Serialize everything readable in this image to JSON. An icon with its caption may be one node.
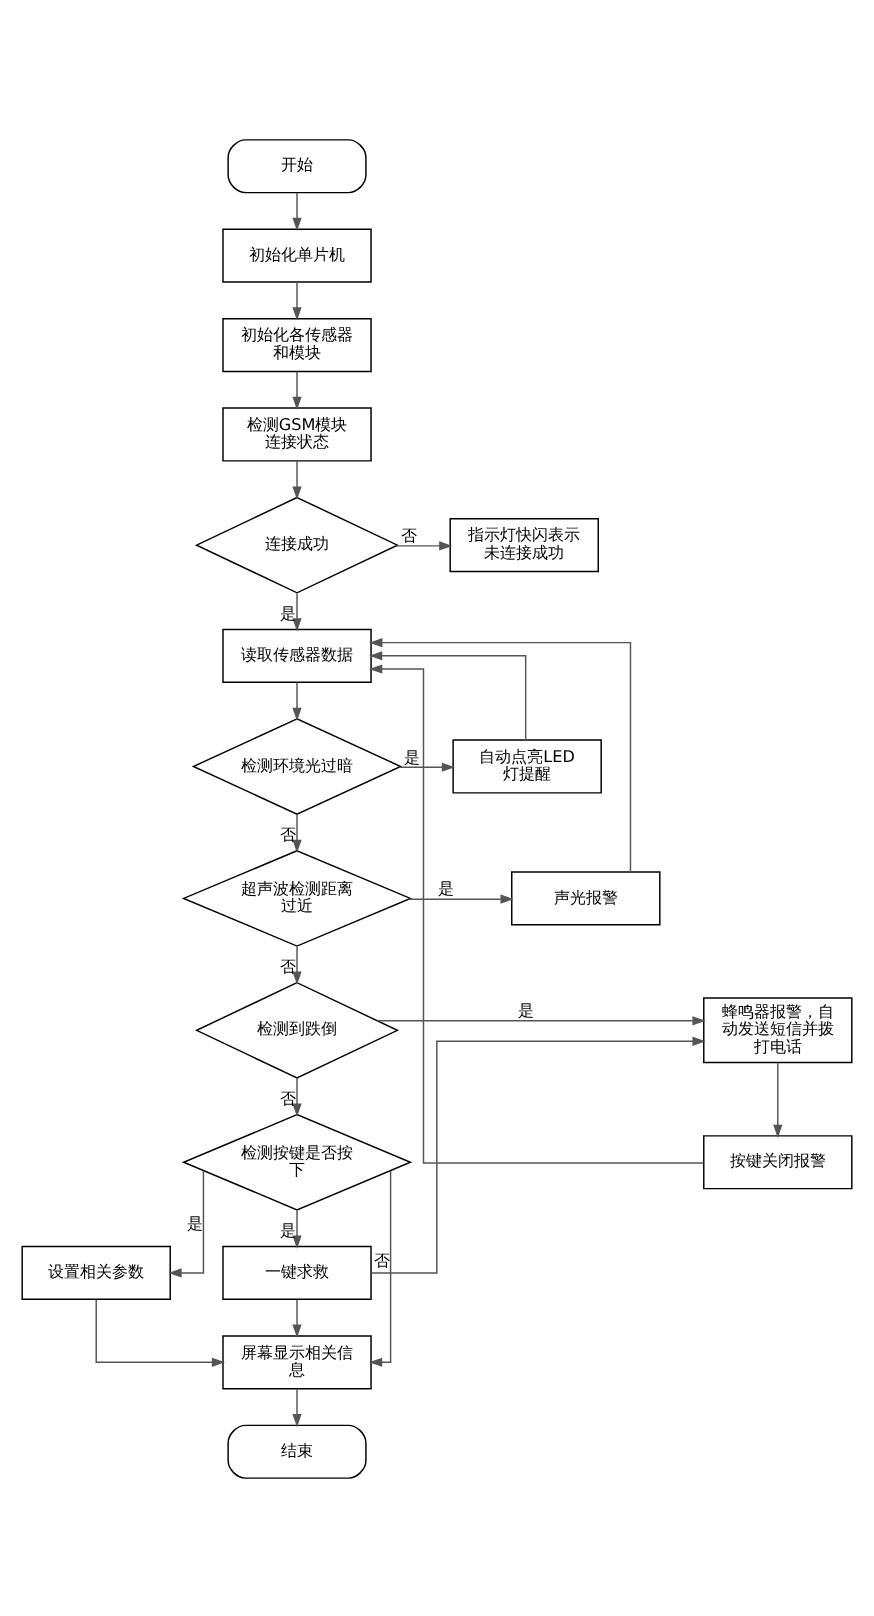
{
  "diagram": {
    "nodes": [
      {
        "text": [
          "开始"
        ]
      },
      {
        "text": [
          "初始化单片机"
        ]
      },
      {
        "text": [
          "初始化各传感器和模块"
        ]
      },
      {
        "text": [
          "检测GSM模块连接状态"
        ]
      },
      {
        "text": [
          "连接成功"
        ]
      },
      {
        "text": [
          "指示灯快闪表示未连接成功"
        ]
      },
      {
        "text": [
          "读取传感器数据"
        ]
      },
      {
        "text": [
          "检测环境光过暗"
        ]
      },
      {
        "text": [
          "自动点亮LED灯提醒"
        ]
      },
      {
        "text": [
          "超声波检测距离过近"
        ]
      },
      {
        "text": [
          "声光报警"
        ]
      },
      {
        "text": [
          "检测到跌倒"
        ]
      },
      {
        "text": [
          "蜂鸣器报警，自动发送短信并拨打电话"
        ]
      },
      {
        "text": [
          "按键关闭报警"
        ]
      },
      {
        "text": [
          "检测按键是否按下"
        ]
      },
      {
        "text": [
          "设置相关参数"
        ]
      },
      {
        "text": [
          "一键求救"
        ]
      },
      {
        "text": [
          "屏幕显示相关信息"
        ]
      },
      {
        "text": [
          "结束"
        ]
      }
    ],
    "edges": [
      {
        "from": 0,
        "to": 1,
        "arrow": "to"
      },
      {
        "from": 1,
        "to": 2,
        "arrow": "to"
      },
      {
        "from": 2,
        "to": 3,
        "arrow": "to"
      },
      {
        "from": 3,
        "to": 4,
        "arrow": "to"
      },
      {
        "from": 4,
        "to": 5,
        "arrow": "to",
        "label": "否"
      },
      {
        "from": 4,
        "to": 6,
        "arrow": "to",
        "label": "是"
      },
      {
        "from": 6,
        "to": 7,
        "arrow": "to"
      },
      {
        "from": 7,
        "to": 8,
        "arrow": "to",
        "label": "是"
      },
      {
        "from": 7,
        "to": 9,
        "arrow": "to",
        "label": "否"
      },
      {
        "from": 9,
        "to": 10,
        "arrow": "to",
        "label": "是"
      },
      {
        "from": 9,
        "to": 11,
        "arrow": "to",
        "label": "否"
      },
      {
        "from": 11,
        "to": 12,
        "arrow": "to",
        "label": "是"
      },
      {
        "from": 11,
        "to": 14,
        "arrow": "to",
        "label": "否"
      },
      {
        "from": 12,
        "to": 13,
        "arrow": "to"
      },
      {
        "from": 8,
        "to": 6,
        "arrow": "to"
      },
      {
        "from": 10,
        "to": 6,
        "arrow": "to"
      },
      {
        "from": 13,
        "to": 6,
        "arrow": "to"
      },
      {
        "from": 14,
        "to": 15,
        "arrow": "to",
        "label": "是"
      },
      {
        "from": 14,
        "to": 16,
        "arrow": "to",
        "label": "是"
      },
      {
        "from": 14,
        "to": 17,
        "arrow": "to",
        "label": "否"
      },
      {
        "from": 15,
        "to": 17,
        "arrow": "to"
      },
      {
        "from": 16,
        "to": 17,
        "arrow": "to"
      },
      {
        "from": 16,
        "to": 12,
        "arrow": "to"
      },
      {
        "from": 17,
        "to": 18,
        "arrow": "to"
      }
    ]
  }
}
